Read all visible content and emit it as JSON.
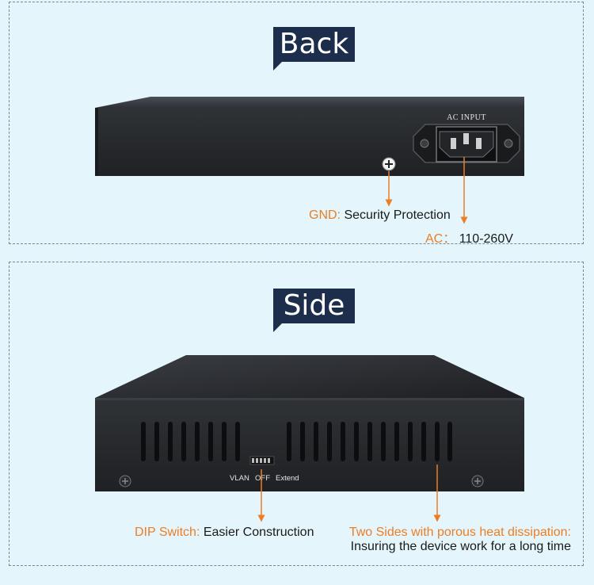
{
  "back": {
    "title": "Back",
    "port_label": "AC INPUT",
    "gnd": {
      "label": "GND:",
      "text": "Security Protection"
    },
    "ac": {
      "label": "AC：",
      "text": "110-260V"
    }
  },
  "side": {
    "title": "Side",
    "dip_labels": {
      "vlan": "VLAN",
      "off": "OFF",
      "extend": "Extend"
    },
    "dip": {
      "label": "DIP Switch:",
      "text": "Easier Construction"
    },
    "heat": {
      "label": "Two Sides with porous heat dissipation:",
      "text": "Insuring the device work for a long time"
    }
  },
  "colors": {
    "background": "#e4f6fb",
    "tag": "#1d2e4c",
    "accent": "#ed7d24",
    "device": "#2a2d31"
  }
}
